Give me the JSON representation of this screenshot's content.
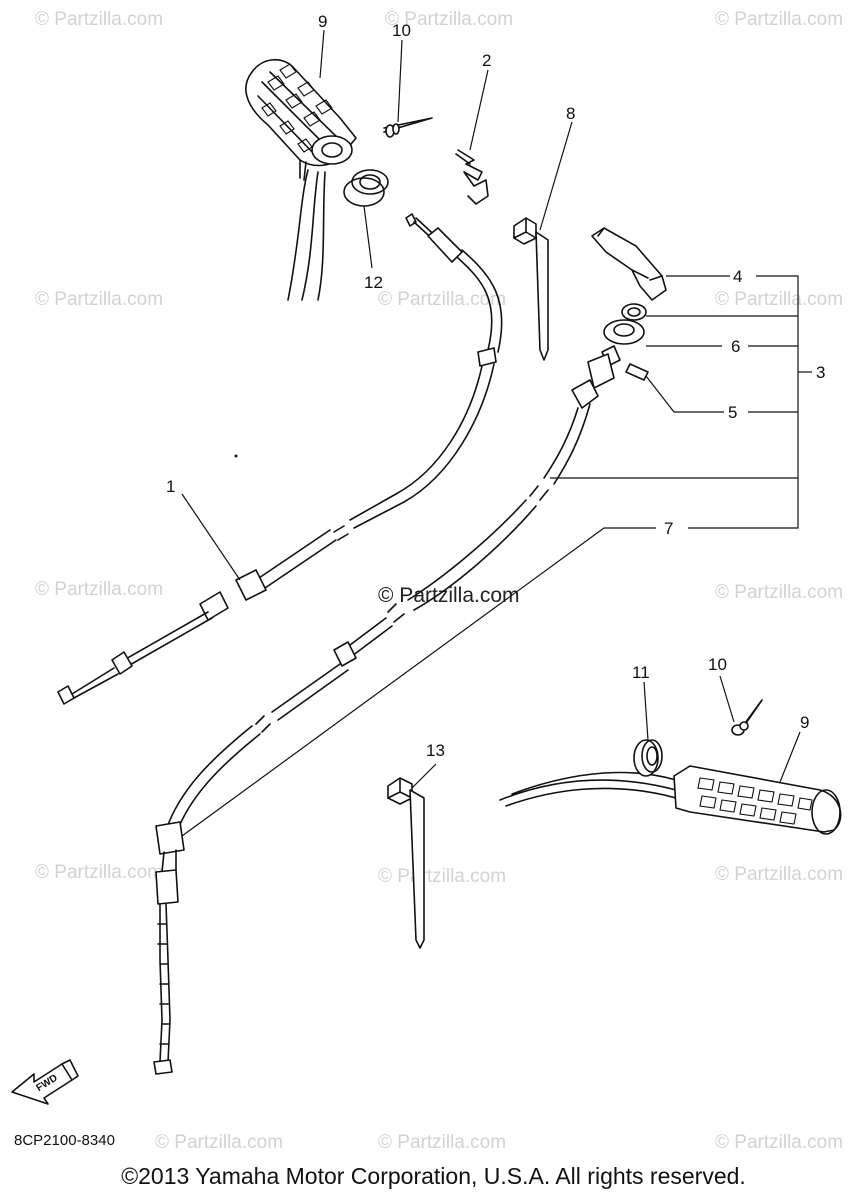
{
  "watermarks": {
    "text": "© Partzilla.com",
    "center_text": "© Partzilla.com"
  },
  "callouts": {
    "c1": "1",
    "c2": "2",
    "c3": "3",
    "c4": "4",
    "c5": "5",
    "c6": "6",
    "c7": "7",
    "c8": "8",
    "c9a": "9",
    "c9b": "9",
    "c10a": "10",
    "c10b": "10",
    "c11": "11",
    "c12": "12",
    "c13": "13"
  },
  "fwd_label": "FWD",
  "part_code": "8CP2100-8340",
  "copyright": "©2013 Yamaha Motor Corporation, U.S.A. All rights reserved.",
  "colors": {
    "line": "#111111",
    "watermark": "#d2d2d2",
    "background": "#ffffff"
  }
}
